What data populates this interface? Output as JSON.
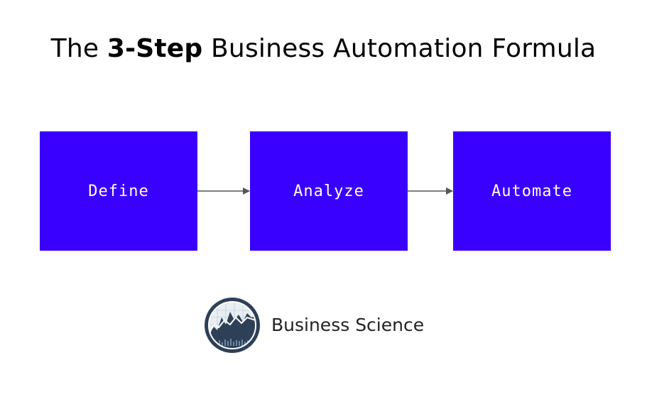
{
  "title": {
    "prefix": "The ",
    "emphasis": "3-Step",
    "suffix": " Business Automation Formula"
  },
  "steps": [
    {
      "label": "Define"
    },
    {
      "label": "Analyze"
    },
    {
      "label": "Automate"
    }
  ],
  "brand": {
    "name": "Business Science"
  },
  "colors": {
    "box": "#3a00ff",
    "arrow": "#555555",
    "logo_dark": "#2e4057"
  }
}
